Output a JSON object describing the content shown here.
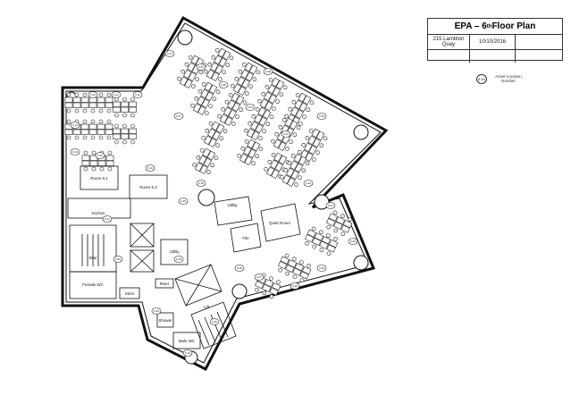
{
  "title": {
    "prefix": "EPA – 6",
    "superscript": "th",
    "suffix": " Floor Plan"
  },
  "info": {
    "address_line1": "215 Lambton",
    "address_line2": "Quay",
    "date": "10/10/2016",
    "extra": ""
  },
  "legend": {
    "marker": "6.10",
    "label_line1": "Asset Location",
    "label_line2": "Number"
  },
  "rooms": {
    "room_61": "Room 6.1",
    "room_62": "Room 6.2",
    "kitchen": "Kitchen",
    "utility_a": "Utility",
    "utility_b": "Utility",
    "stair": "Stair",
    "female_wc": "Female WC",
    "store": "Store",
    "riser": "Riser",
    "male_wc": "Male WC",
    "quiet_room": "Quiet Room",
    "file": "File",
    "shower": "Shower",
    "lift": "Lift"
  },
  "asset_labels": [
    "6.10",
    "6.11",
    "6.12",
    "6.13",
    "6.14",
    "6.15",
    "6.16",
    "6.17",
    "6.18",
    "6.19",
    "6.20",
    "6.21",
    "6.22",
    "6.23",
    "6.24",
    "6.25",
    "6.26",
    "6.27",
    "6.28",
    "6.29",
    "6.30",
    "6.31",
    "6.32",
    "6.33",
    "6.34",
    "6.35",
    "6.36",
    "6.37",
    "6.38",
    "6.39"
  ]
}
